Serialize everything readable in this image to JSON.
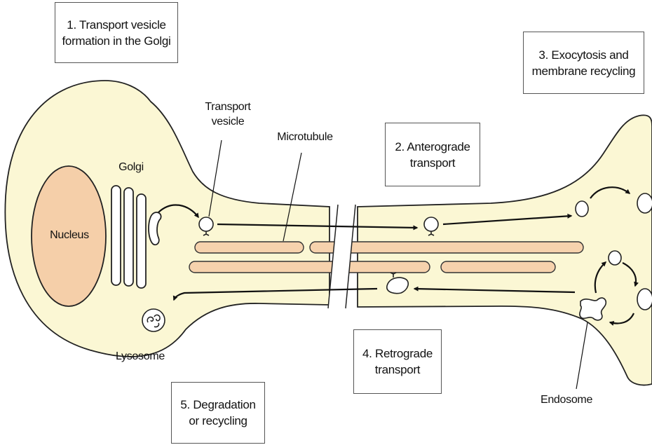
{
  "steps": [
    {
      "lines": [
        "1. Transport vesicle",
        "formation in the Golgi"
      ]
    },
    {
      "lines": [
        "2. Anterograde",
        "transport"
      ]
    },
    {
      "lines": [
        "3. Exocytosis and",
        "membrane recycling"
      ]
    },
    {
      "lines": [
        "4. Retrograde",
        "transport"
      ]
    },
    {
      "lines": [
        "5. Degradation",
        "or recycling"
      ]
    }
  ],
  "labels": {
    "nucleus": "Nucleus",
    "golgi": "Golgi",
    "transport_vesicle": [
      "Transport",
      "vesicle"
    ],
    "microtubule": "Microtubule",
    "lysosome": "Lysosome",
    "endosome": "Endosome"
  },
  "colors": {
    "cytoplasm": "#fbf7d4",
    "nucleus": "#f5cfa9",
    "microtubule": "#f6d2ad",
    "outline": "#222222",
    "vesicle": "#ffffff"
  }
}
